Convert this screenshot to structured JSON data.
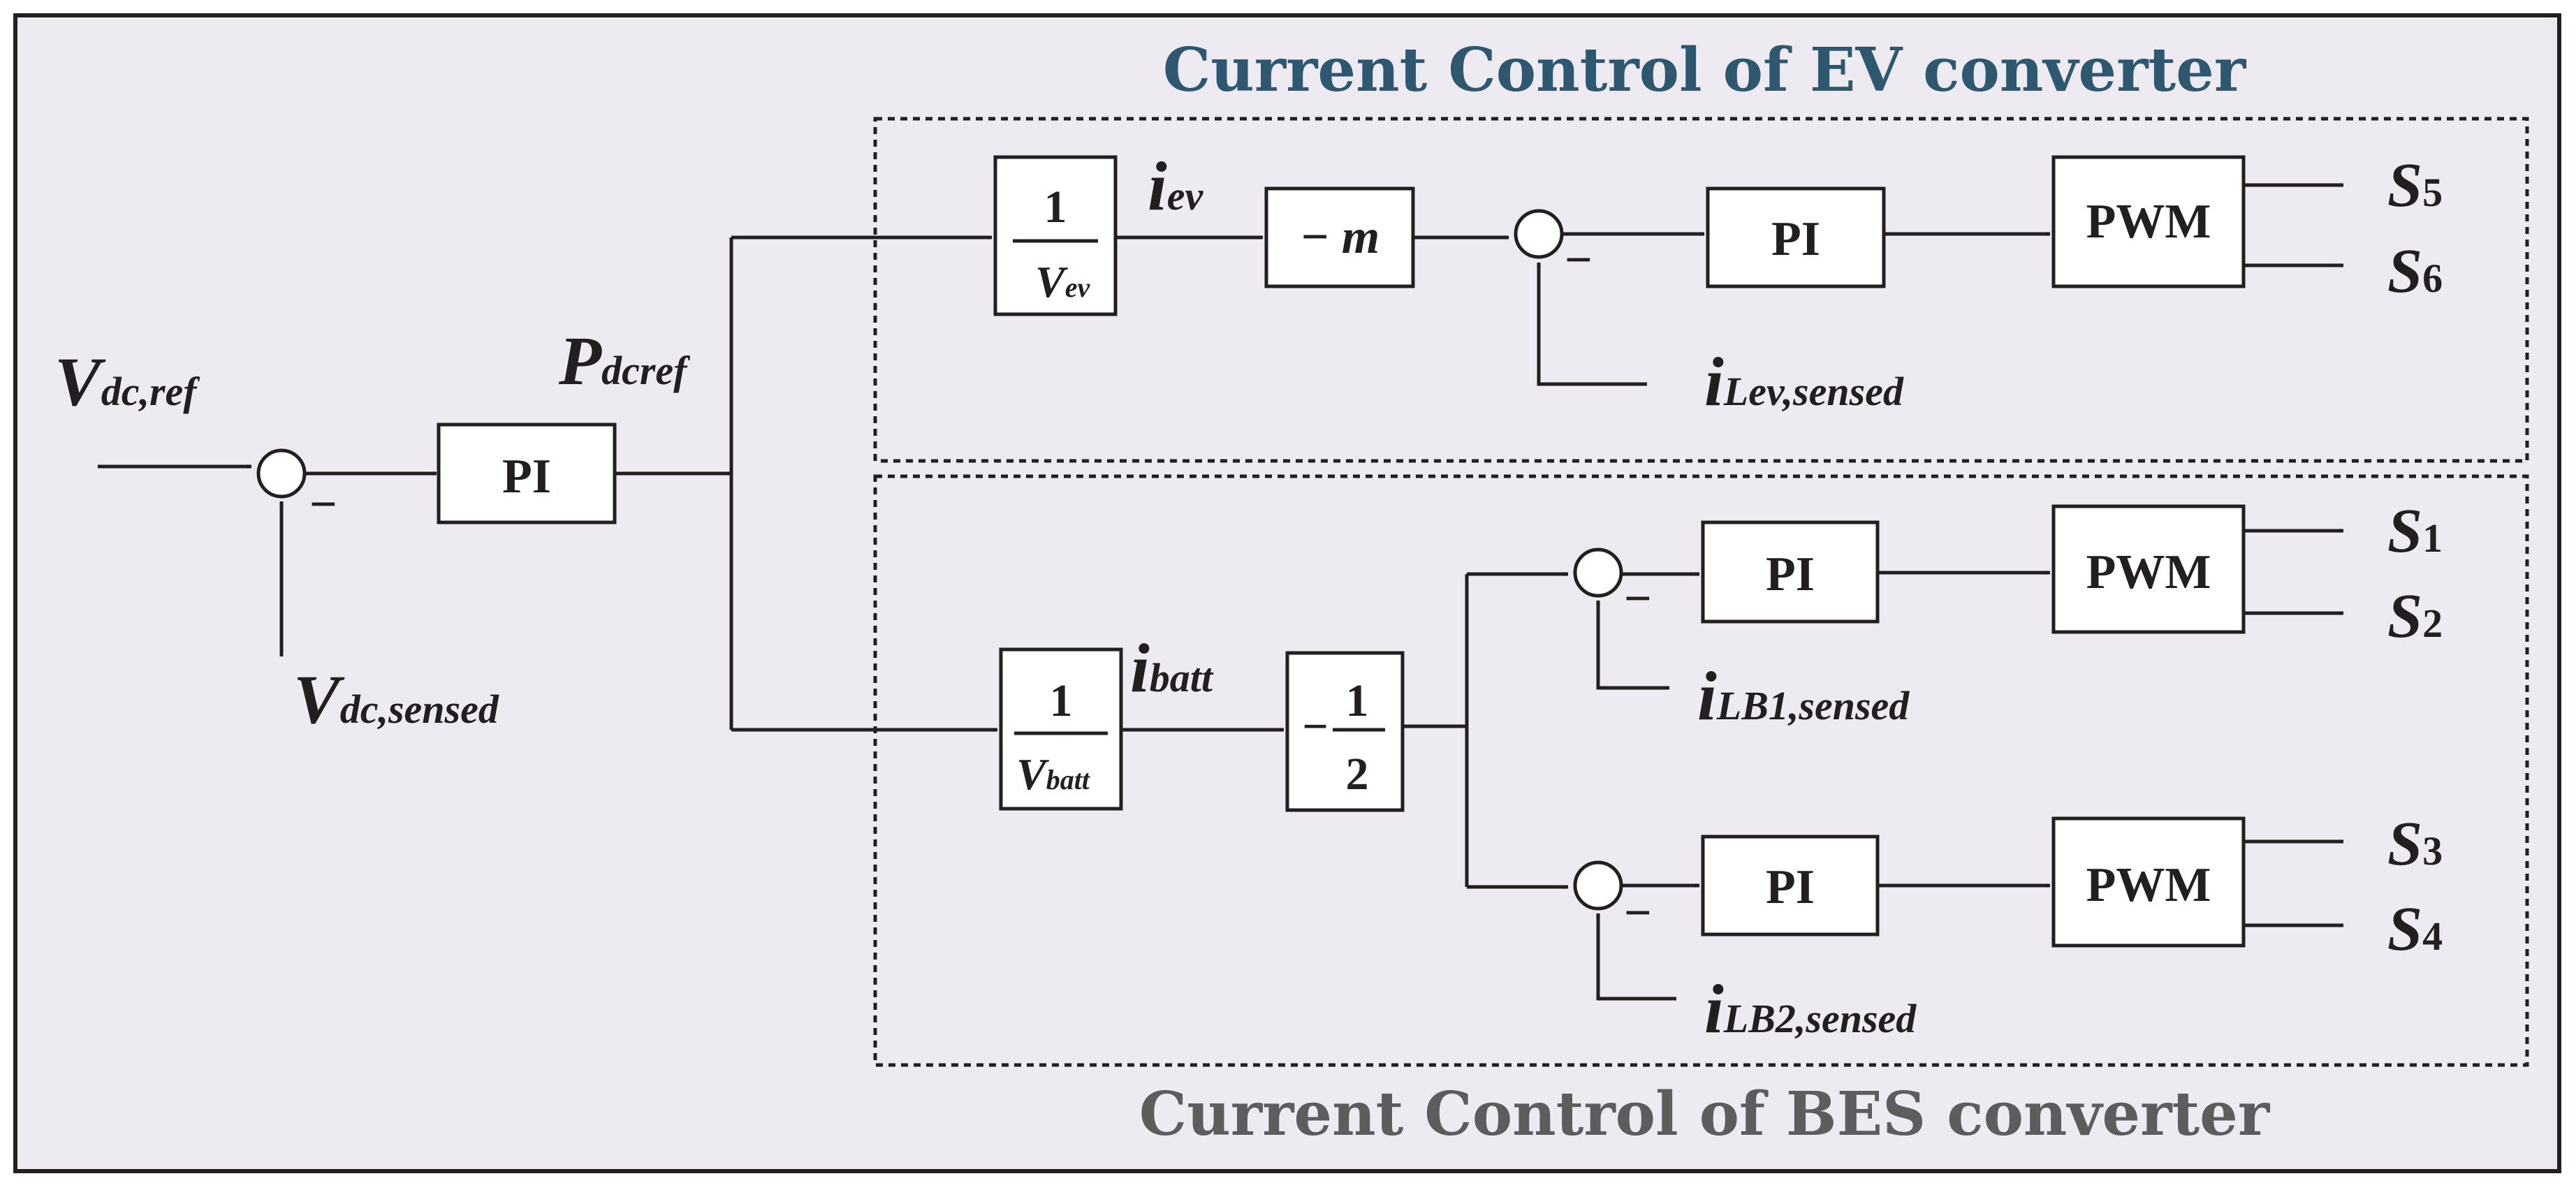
{
  "titles": {
    "ev": "Current Control of EV converter",
    "bes": "Current Control of BES converter"
  },
  "blocks": {
    "pi": "PI",
    "pwm": "PWM",
    "neg_m": "− m",
    "one": "1",
    "half_sign": "−",
    "two": "2",
    "minus": "−"
  },
  "signals": {
    "vdc_ref_main": "V",
    "vdc_ref_sub": "dc,ref",
    "vdc_sensed_main": "V",
    "vdc_sensed_sub": "dc,sensed",
    "pdcref_main": "P",
    "pdcref_sub": "dcref",
    "iev_main": "i",
    "iev_sub": "ev",
    "vev_main": "V",
    "vev_sub": "ev",
    "ibatt_main": "i",
    "ibatt_sub": "batt",
    "vbatt_main": "V",
    "vbatt_sub": "batt",
    "ilev_main": "i",
    "ilev_sub": "Lev,sensed",
    "ilb1_main": "i",
    "ilb1_sub": "LB1,sensed",
    "ilb2_main": "i",
    "ilb2_sub": "LB2,sensed"
  },
  "outputs": {
    "s_main": "S",
    "s5": "5",
    "s6": "6",
    "s1": "1",
    "s2": "2",
    "s3": "3",
    "s4": "4"
  },
  "colors": {
    "background": "#eeeaf2",
    "ev_title": "#2e5870",
    "bes_title": "#5d5d5d",
    "line": "#231f20"
  }
}
